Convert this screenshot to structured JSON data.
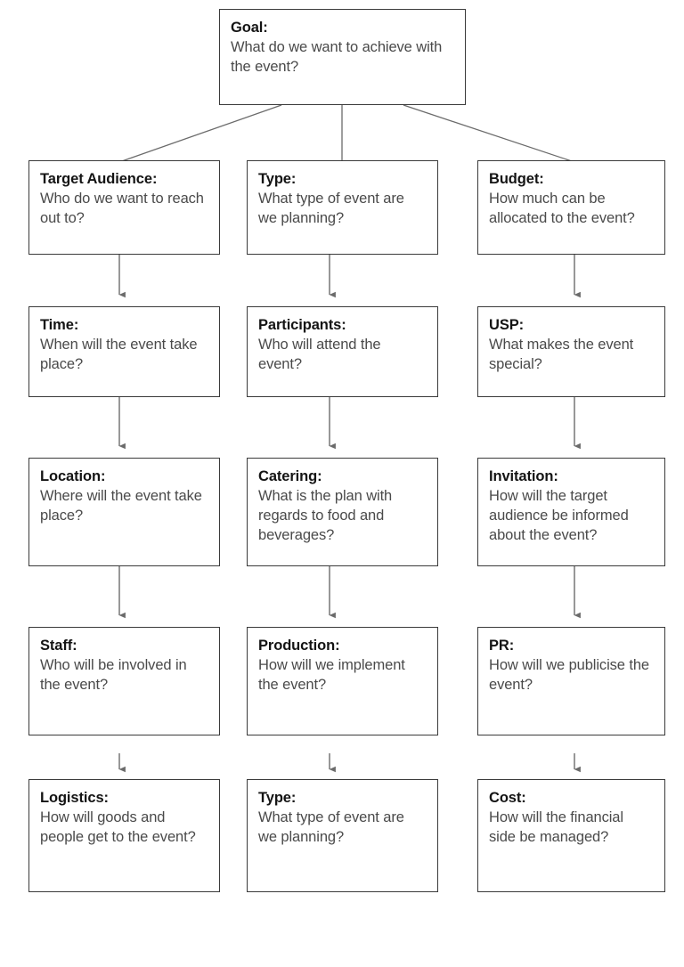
{
  "diagram": {
    "title": "Event Planning Question Tree",
    "type": "flowchart",
    "colors": {
      "box_border": "#3a3a3a",
      "connector": "#6b6b6b",
      "title_text": "#141414",
      "body_text": "#4a4a4a",
      "background": "#ffffff"
    },
    "root": {
      "title": "Goal:",
      "body": "What do we want to achieve with the event?"
    },
    "columns": [
      {
        "name": "column-1",
        "nodes": [
          {
            "title": "Target Audience:",
            "body": "Who do we want to reach out to?"
          },
          {
            "title": "Time:",
            "body": "When will the event take place?"
          },
          {
            "title": "Location:",
            "body": "Where will the event take place?"
          },
          {
            "title": "Staff:",
            "body": "Who will be involved in the event?"
          },
          {
            "title": "Logistics:",
            "body": "How will goods and people get to the event?"
          }
        ]
      },
      {
        "name": "column-2",
        "nodes": [
          {
            "title": "Type:",
            "body": "What type of event are we planning?"
          },
          {
            "title": "Participants:",
            "body": "Who will attend the event?"
          },
          {
            "title": "Catering:",
            "body": "What is the plan with regards to food and beverages?"
          },
          {
            "title": "Production:",
            "body": "How will we implement the event?"
          },
          {
            "title": "Type:",
            "body": "What type of event are we planning?"
          }
        ]
      },
      {
        "name": "column-3",
        "nodes": [
          {
            "title": "Budget:",
            "body": "How much can be allocated to the event?"
          },
          {
            "title": "USP:",
            "body": "What makes the event special?"
          },
          {
            "title": "Invitation:",
            "body": "How will the target audience be informed about the event?"
          },
          {
            "title": "PR:",
            "body": "How will we publicise the event?"
          },
          {
            "title": "Cost:",
            "body": "How will the financial side be managed?"
          }
        ]
      }
    ]
  }
}
